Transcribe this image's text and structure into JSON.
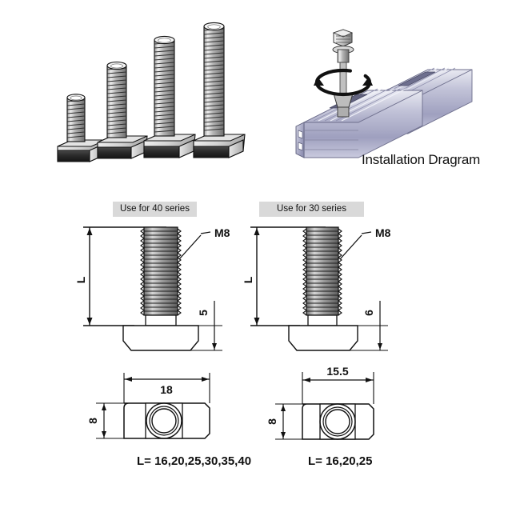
{
  "page": {
    "background": "#ffffff",
    "title": "T-slot hammer head bolt specification sheet"
  },
  "illustration": {
    "bolt_family": {
      "name": "four-t-bolts-isometric",
      "count": 4,
      "description": "Four hammer-head T-slot bolts of increasing shank length shown in isometric view"
    },
    "installation": {
      "name": "installation-diagram",
      "caption": "Installation Dragram",
      "description": "Aluminium extrusion profile with a T-bolt inserted into the slot and rotated 90 degrees",
      "rotation_arrow": "circular-arrow",
      "profile_color": "#b9bad4",
      "profile_highlight": "#f2f3f8"
    }
  },
  "sections": [
    {
      "id": "series-40",
      "chip_label": "Use for  40 series",
      "side_view": {
        "length_label": "L",
        "thread_label": "M8",
        "head_height": "5"
      },
      "end_view": {
        "width_label": "18",
        "height_label": "8"
      },
      "lengths_caption": "L= 16,20,25,30,35,40"
    },
    {
      "id": "series-30",
      "chip_label": "Use for 30 series",
      "side_view": {
        "length_label": "L",
        "thread_label": "M8",
        "head_height": "6"
      },
      "end_view": {
        "width_label": "15.5",
        "height_label": "8"
      },
      "lengths_caption": "L= 16,20,25"
    }
  ],
  "colors": {
    "chip_background": "#d9d9d9",
    "line": "#111111",
    "thread_fill_dark": "#5a5a5a",
    "thread_fill_light": "#c9c9c9",
    "metal_light": "#f0f0f0",
    "metal_mid": "#b0b0b0",
    "metal_dark": "#3a3a3a"
  }
}
